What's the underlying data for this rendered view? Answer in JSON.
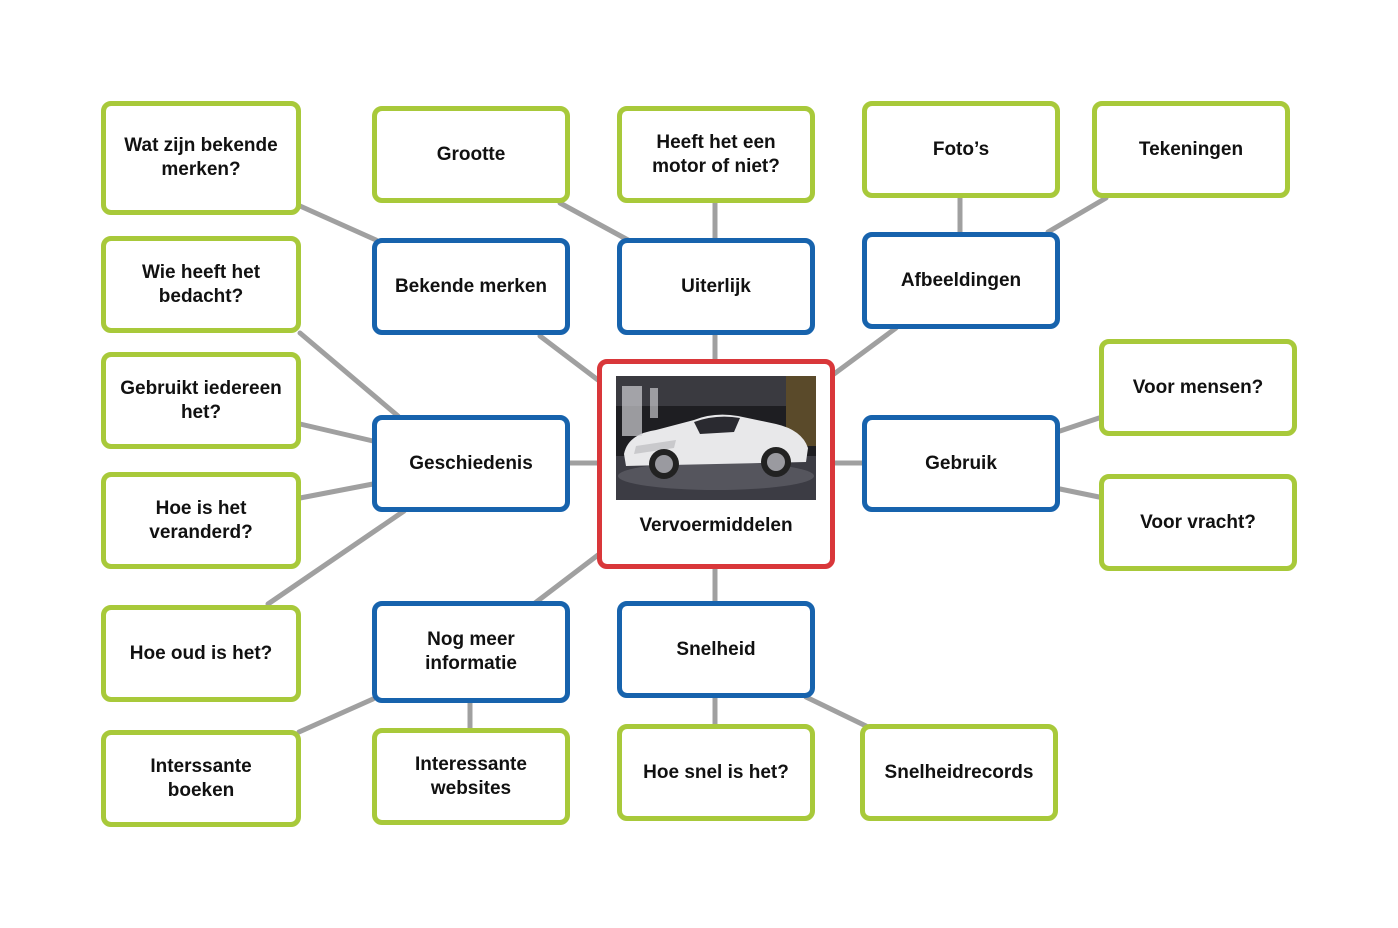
{
  "colors": {
    "leaf_border": "#a8c93a",
    "branch_border": "#1763ad",
    "center_border": "#d9373a",
    "connector": "#a0a0a0"
  },
  "center": {
    "label": "Vervoermiddelen",
    "image": "car-photo"
  },
  "branches": {
    "bekende_merken": {
      "label": "Bekende merken",
      "leaves": {
        "merken": "Wat zijn bekende merken?"
      }
    },
    "uiterlijk": {
      "label": "Uiterlijk",
      "leaves": {
        "grootte": "Grootte",
        "motor": "Heeft het een motor of niet?"
      }
    },
    "afbeeldingen": {
      "label": "Afbeeldingen",
      "leaves": {
        "fotos": "Foto’s",
        "tekeningen": "Tekeningen"
      }
    },
    "geschiedenis": {
      "label": "Geschiedenis",
      "leaves": {
        "bedacht": "Wie heeft het bedacht?",
        "iedereen": "Gebruikt iedereen het?",
        "veranderd": "Hoe is het veranderd?",
        "oud": "Hoe oud is het?"
      }
    },
    "gebruik": {
      "label": "Gebruik",
      "leaves": {
        "mensen": "Voor mensen?",
        "vracht": "Voor vracht?"
      }
    },
    "meer_info": {
      "label": "Nog meer informatie",
      "leaves": {
        "boeken": "Interssante boeken",
        "websites": "Interessante websites"
      }
    },
    "snelheid": {
      "label": "Snelheid",
      "leaves": {
        "snel": "Hoe snel is het?",
        "records": "Snelheidrecords"
      }
    }
  }
}
